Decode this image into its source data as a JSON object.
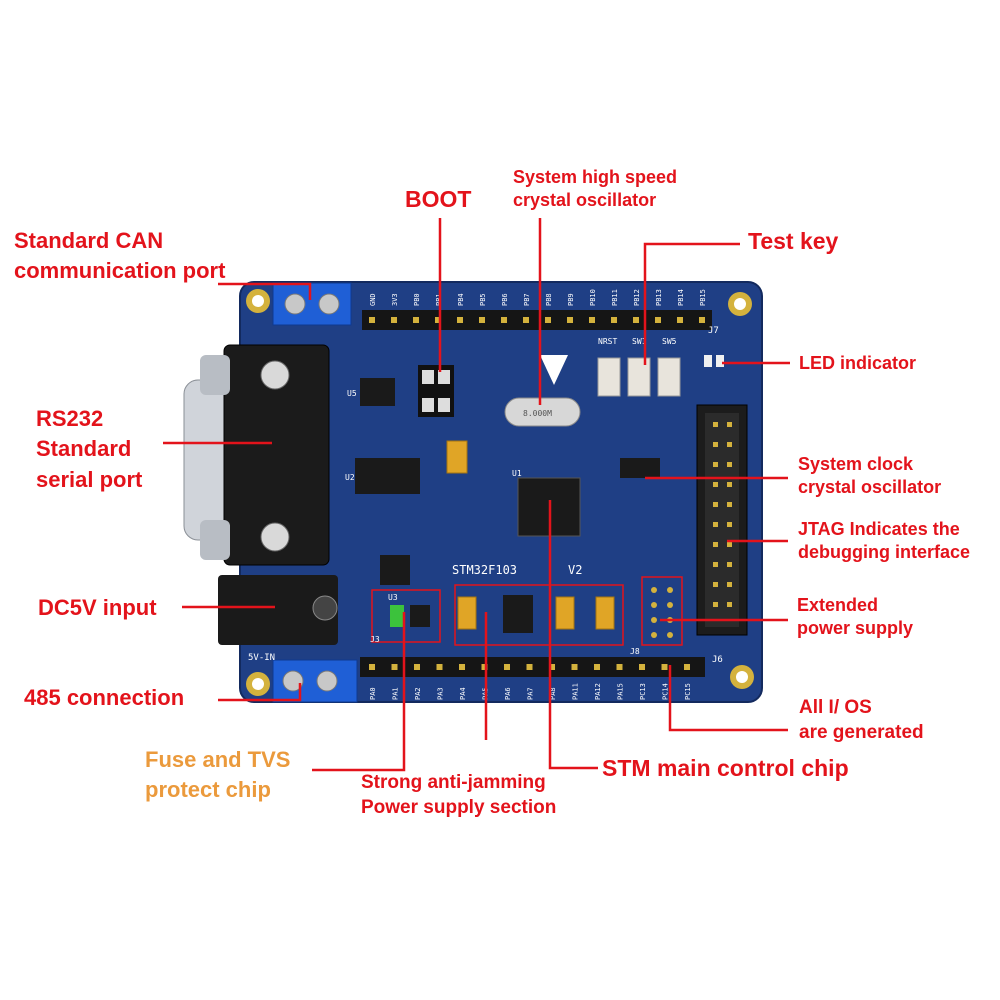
{
  "labels": {
    "boot": "BOOT",
    "hse_line1": "System high speed",
    "hse_line2": "crystal oscillator",
    "can_line1": "Standard CAN",
    "can_line2": "communication port",
    "test_key": "Test key",
    "led": "LED indicator",
    "rs232_line1": "RS232",
    "rs232_line2": "Standard",
    "rs232_line3": "serial port",
    "sysclk_line1": "System clock",
    "sysclk_line2": "crystal oscillator",
    "jtag_line1": "JTAG Indicates the",
    "jtag_line2": "debugging interface",
    "dc5v": "DC5V input",
    "ext_power_line1": "Extended",
    "ext_power_line2": "power supply",
    "rs485": "485 connection",
    "io_line1": "All I/ OS",
    "io_line2": "are generated",
    "fuse_line1": "Fuse and TVS",
    "fuse_line2": "protect chip",
    "power_line1": "Strong anti-jamming",
    "power_line2": "Power supply section",
    "stm_chip": "STM main control chip"
  },
  "board": {
    "silk_model": "STM32F103",
    "silk_suffix": "V2",
    "crystal_text": "8.000M",
    "dc_label": "5V-IN",
    "j3_label": "J3",
    "j6_label": "J6",
    "j7_label": "J7",
    "j8_label": "J8",
    "u1_label": "U1",
    "u2_label": "U2",
    "u3_label": "U3",
    "u5_label": "U5",
    "key_labels": [
      "NRST",
      "SW1",
      "SW5"
    ],
    "pin_labels_top": [
      "GND",
      "3V3",
      "PB0",
      "PB1",
      "PB4",
      "PB5",
      "PB6",
      "PB7",
      "PB8",
      "PB9",
      "PB10",
      "PB11",
      "PB12",
      "PB13",
      "PB14",
      "PB15"
    ],
    "pin_labels_bottom": [
      "PA0",
      "PA1",
      "PA2",
      "PA3",
      "PA4",
      "PA5",
      "PA6",
      "PA7",
      "PA8",
      "PA11",
      "PA12",
      "PA15",
      "PC13",
      "PC14",
      "PC15"
    ]
  },
  "colors": {
    "label_red": "#e3131b",
    "label_orange": "#eb9a3c",
    "pcb_blue": "#1f3f85",
    "terminal_blue": "#1f5fd6"
  }
}
